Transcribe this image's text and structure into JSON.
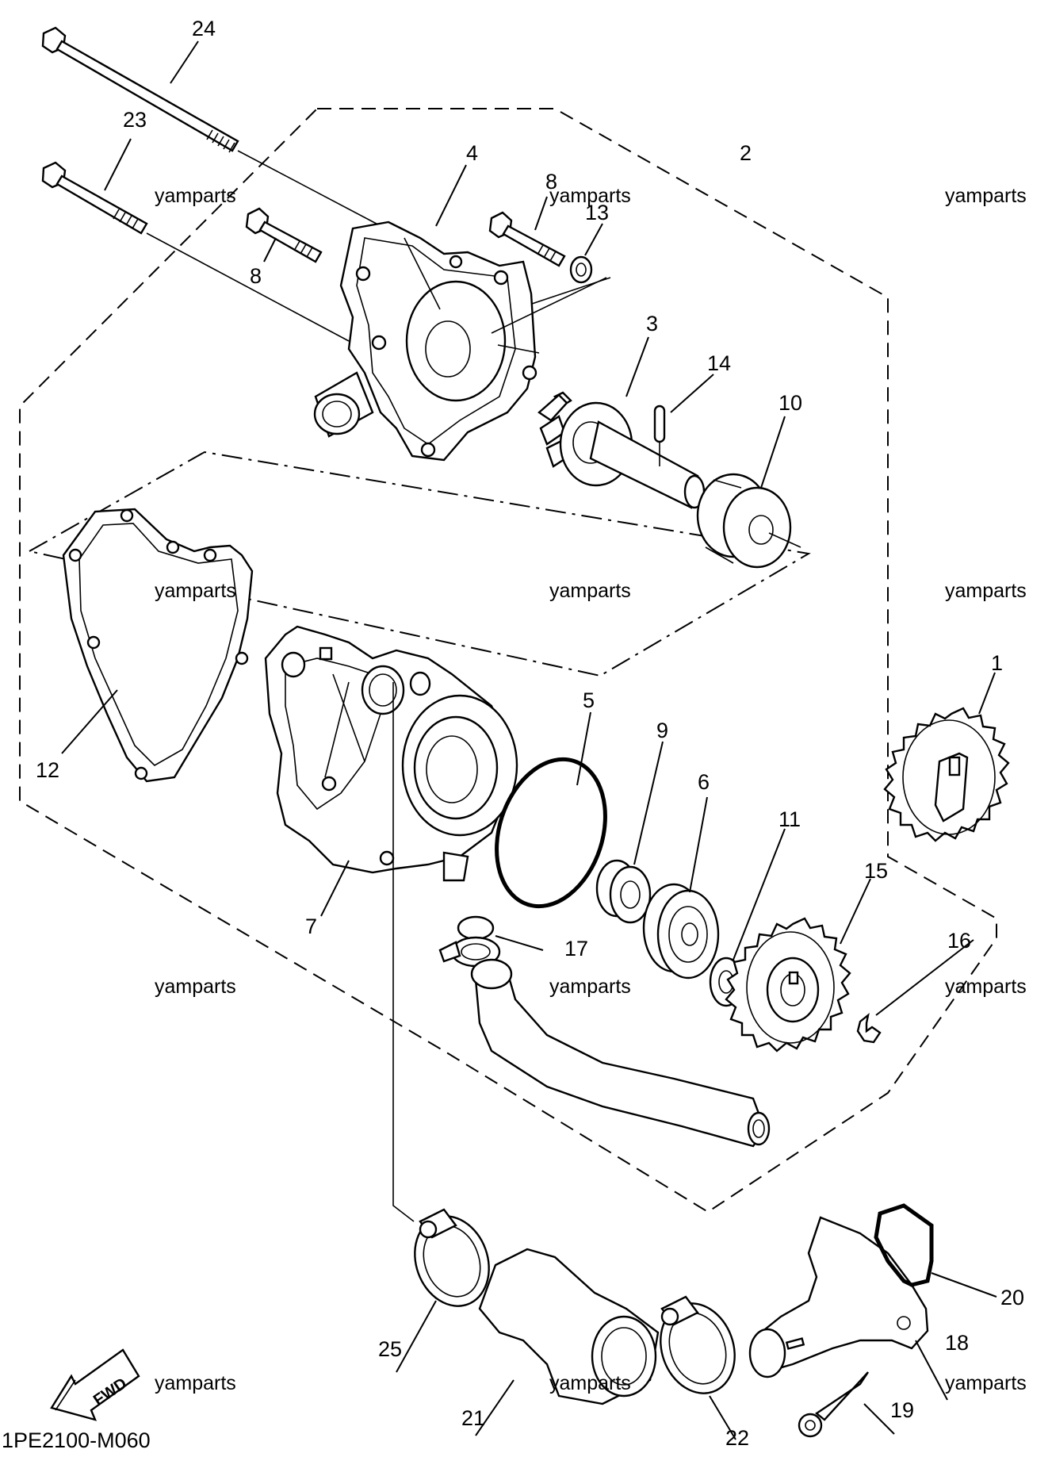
{
  "diagram": {
    "code": "1PE2100-M060",
    "watermark": "yamparts",
    "fwd_label": "FWD",
    "callouts": {
      "c1": "1",
      "c2": "2",
      "c3": "3",
      "c4": "4",
      "c5": "5",
      "c6": "6",
      "c7": "7",
      "c8a": "8",
      "c8b": "8",
      "c9": "9",
      "c10": "10",
      "c11": "11",
      "c12": "12",
      "c13": "13",
      "c14": "14",
      "c15": "15",
      "c16": "16",
      "c17": "17",
      "c18": "18",
      "c19": "19",
      "c20": "20",
      "c21": "21",
      "c22": "22",
      "c23": "23",
      "c24": "24",
      "c25": "25"
    }
  }
}
